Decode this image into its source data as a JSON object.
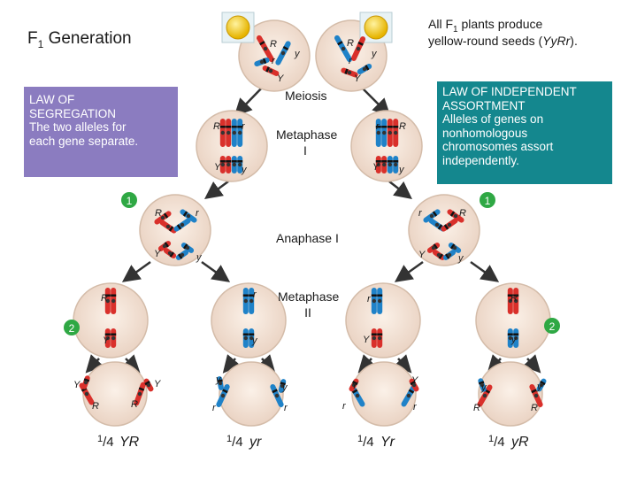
{
  "header": {
    "title": "F",
    "title_sub": "1",
    "title_rest": " Generation",
    "note_line1_a": "All F",
    "note_line1_sub": "1",
    "note_line1_b": " plants produce",
    "note_line2": "yellow-round seeds (",
    "note_genotype": "YyRr",
    "note_line2_end": ")."
  },
  "segregation_box": {
    "lines": [
      "LAW OF",
      "SEGREGATION",
      "The two alleles for",
      "each gene separate."
    ]
  },
  "independent_box": {
    "lines": [
      "LAW OF INDEPENDENT",
      "ASSORTMENT",
      "Alleles of genes on",
      "nonhomologous",
      "chromosomes assort",
      "independently."
    ]
  },
  "stages": {
    "meiosis": "Meiosis",
    "metaphase1_word": "Metaphase",
    "metaphase1_num": "I",
    "anaphase1": "Anaphase I",
    "metaphase2_word": "Metaphase",
    "metaphase2_num": "II"
  },
  "step_markers": [
    "1",
    "1",
    "2",
    "2"
  ],
  "alleles": {
    "R": "R",
    "r": "r",
    "Y": "Y",
    "y": "y"
  },
  "gametes": [
    {
      "fraction_num": "1",
      "fraction_den": "4",
      "genotype": "YR"
    },
    {
      "fraction_num": "1",
      "fraction_den": "4",
      "genotype": "yr"
    },
    {
      "fraction_num": "1",
      "fraction_den": "4",
      "genotype": "Yr"
    },
    {
      "fraction_num": "1",
      "fraction_den": "4",
      "genotype": "yR"
    }
  ],
  "colors": {
    "red_chromosome": "#d9302b",
    "blue_chromosome": "#1f82c8",
    "cell_fill": "#f5e6da",
    "seed_yellow": "#f6c800",
    "segregation_bg": "#8b7cc0",
    "independent_bg": "#14878e",
    "marker_green": "#2fa844"
  }
}
